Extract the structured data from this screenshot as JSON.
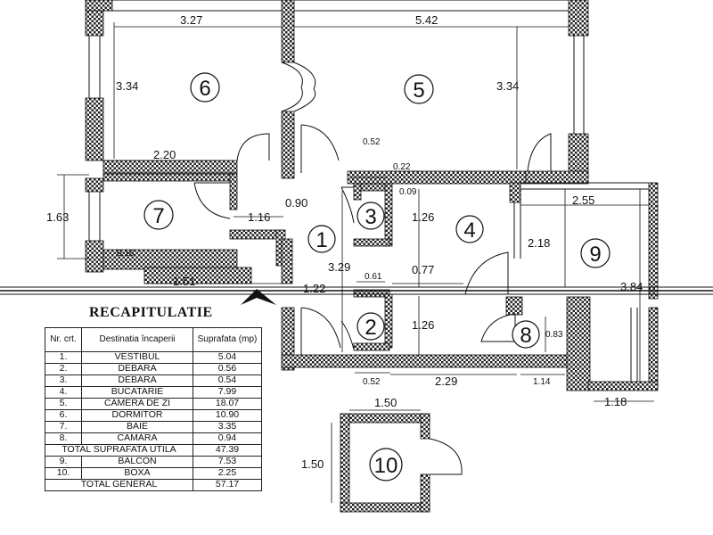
{
  "dimensions": {
    "d_3_27": "3.27",
    "d_5_42": "5.42",
    "d_3_34_left": "3.34",
    "d_3_34_right": "3.34",
    "d_2_20": "2.20",
    "d_0_52_top": "0.52",
    "d_0_22": "0.22",
    "d_0_09": "0.09",
    "d_1_63": "1.63",
    "d_1_16": "1.16",
    "d_0_90": "0.90",
    "d_1_26_top": "1.26",
    "d_2_55": "2.55",
    "d_2_18": "2.18",
    "d_0_16": "0.16",
    "d_1_51": "1.51",
    "d_3_29": "3.29",
    "d_0_61": "0.61",
    "d_0_77": "0.77",
    "d_1_22": "1.22",
    "d_3_84": "3.84",
    "d_1_26_bottom": "1.26",
    "d_0_83": "0.83",
    "d_0_52_bottom": "0.52",
    "d_2_29": "2.29",
    "d_1_14": "1.14",
    "d_1_18": "1.18",
    "d_1_50_top": "1.50",
    "d_1_50_side": "1.50"
  },
  "rooms": [
    "1",
    "2",
    "3",
    "4",
    "5",
    "6",
    "7",
    "8",
    "9",
    "10"
  ],
  "recap": {
    "title": "RECAPITULATIE",
    "header": {
      "nr": "Nr. crt.",
      "destinatia": "Destinatia încaperii",
      "suprafata": "Suprafata (mp)"
    },
    "rows": [
      {
        "nr": "1.",
        "name": "VESTIBUL",
        "area": "5.04"
      },
      {
        "nr": "2.",
        "name": "DEBARA",
        "area": "0.56"
      },
      {
        "nr": "3.",
        "name": "DEBARA",
        "area": "0.54"
      },
      {
        "nr": "4.",
        "name": "BUCATARIE",
        "area": "7.99"
      },
      {
        "nr": "5.",
        "name": "CAMERA DE ZI",
        "area": "18.07"
      },
      {
        "nr": "6.",
        "name": "DORMITOR",
        "area": "10.90"
      },
      {
        "nr": "7.",
        "name": "BAIE",
        "area": "3.35"
      },
      {
        "nr": "8.",
        "name": "CAMARA",
        "area": "0.94"
      }
    ],
    "total_util": {
      "label": "TOTAL SUPRAFATA UTILA",
      "area": "47.39"
    },
    "extra_rows": [
      {
        "nr": "9.",
        "name": "BALCON",
        "area": "7.53"
      },
      {
        "nr": "10.",
        "name": "BOXA",
        "area": "2.25"
      }
    ],
    "total_general": {
      "label": "TOTAL GENERAL",
      "area": "57.17"
    }
  }
}
